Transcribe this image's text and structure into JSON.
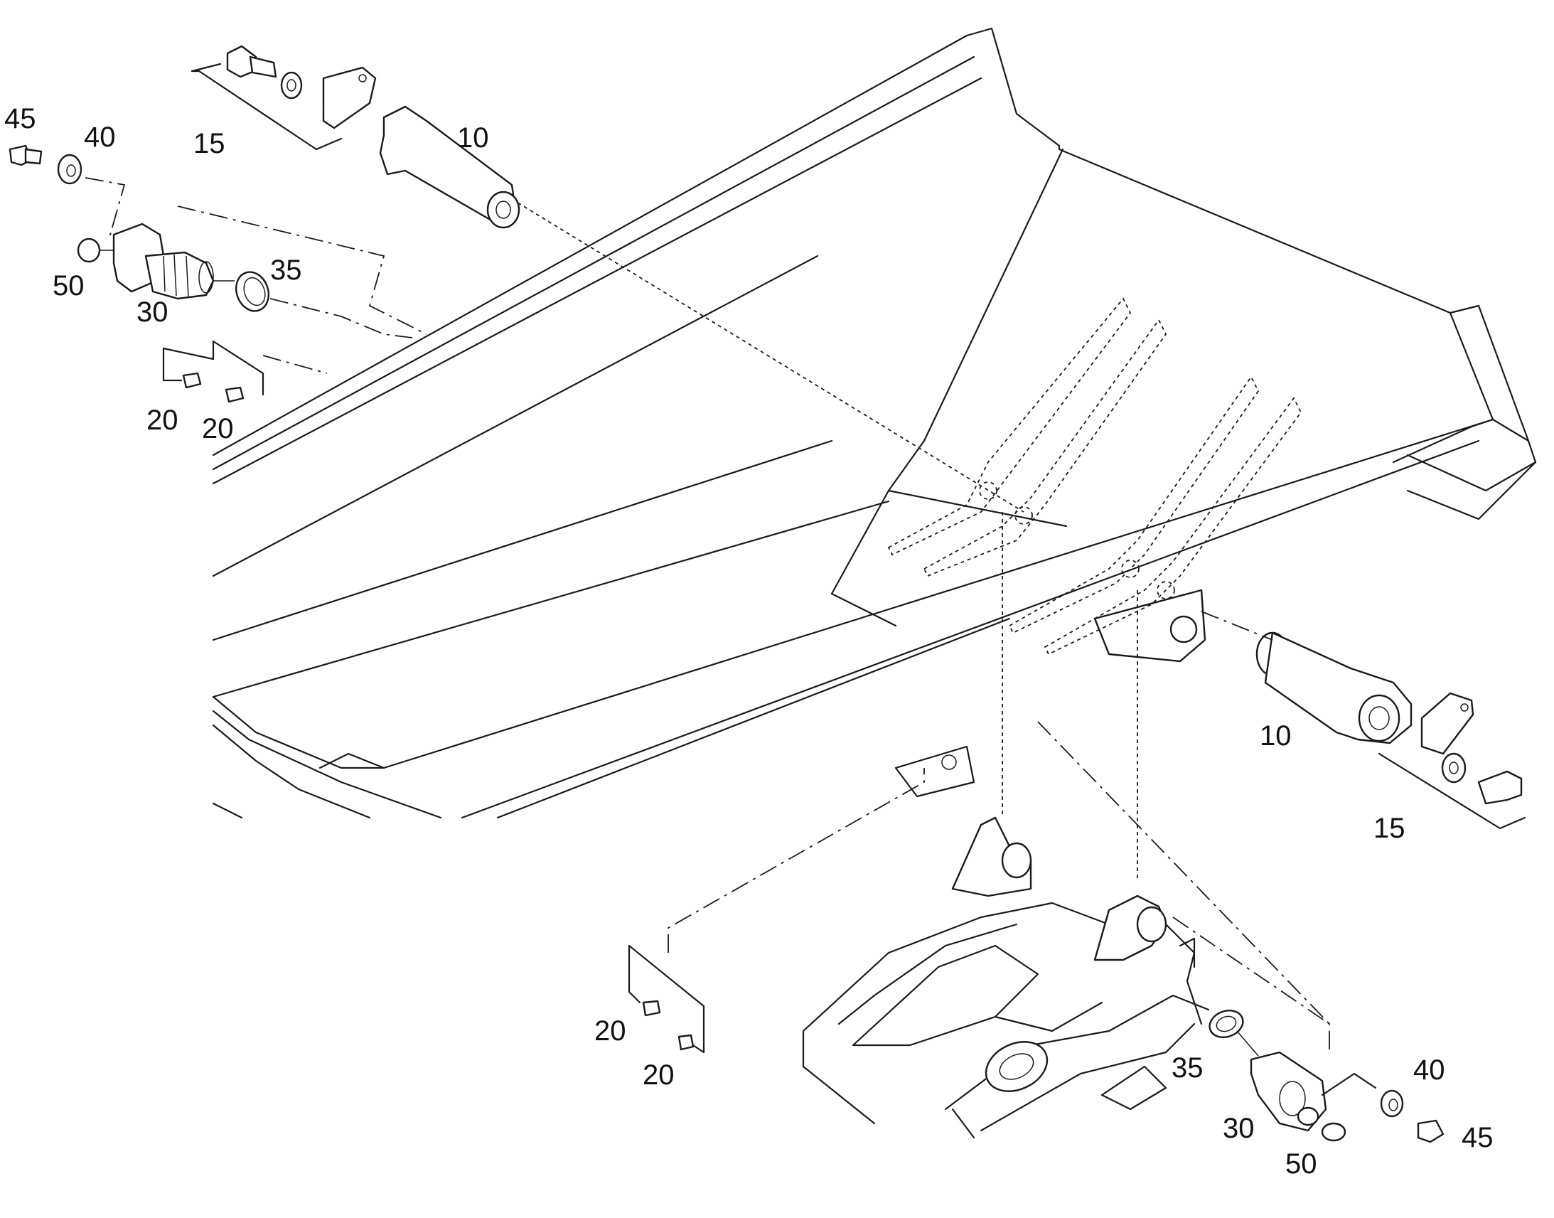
{
  "diagram": {
    "callouts": [
      {
        "id": "c10-top",
        "text": "10"
      },
      {
        "id": "c15-top",
        "text": "15"
      },
      {
        "id": "c45-top",
        "text": "45"
      },
      {
        "id": "c40-top",
        "text": "40"
      },
      {
        "id": "c50-top",
        "text": "50"
      },
      {
        "id": "c30-top",
        "text": "30"
      },
      {
        "id": "c35-top",
        "text": "35"
      },
      {
        "id": "c20-top-a",
        "text": "20"
      },
      {
        "id": "c20-top-b",
        "text": "20"
      },
      {
        "id": "c10-bot",
        "text": "10"
      },
      {
        "id": "c15-bot",
        "text": "15"
      },
      {
        "id": "c20-bot-a",
        "text": "20"
      },
      {
        "id": "c20-bot-b",
        "text": "20"
      },
      {
        "id": "c35-bot",
        "text": "35"
      },
      {
        "id": "c30-bot",
        "text": "30"
      },
      {
        "id": "c50-bot",
        "text": "50"
      },
      {
        "id": "c40-bot",
        "text": "40"
      },
      {
        "id": "c45-bot",
        "text": "45"
      }
    ]
  }
}
